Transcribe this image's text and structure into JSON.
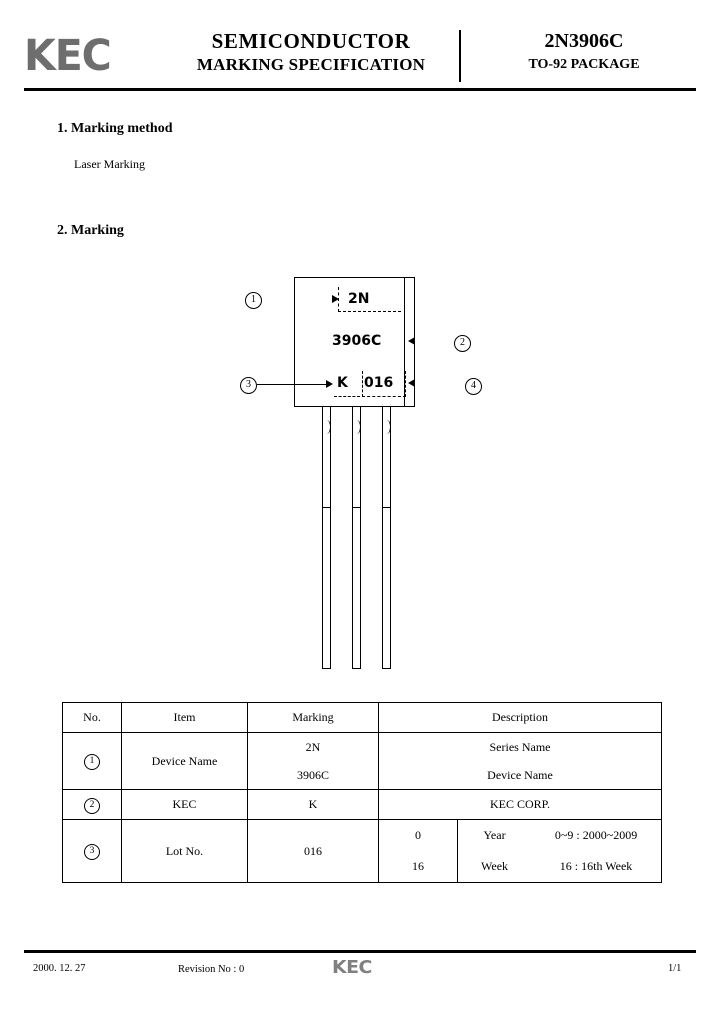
{
  "header": {
    "logo_text": "KEC",
    "title_line1": "SEMICONDUCTOR",
    "title_line2": "MARKING SPECIFICATION",
    "part_number": "2N3906C",
    "package": "TO-92 PACKAGE"
  },
  "sections": {
    "s1_title": "1. Marking method",
    "s1_body": "Laser Marking",
    "s2_title": "2. Marking"
  },
  "drawing": {
    "mark_line1": "2N",
    "mark_line2": "3906C",
    "mark_kec": "K",
    "mark_lot": "016",
    "callout_1": "①",
    "callout_2": "②",
    "callout_3": "③",
    "callout_4": "④",
    "callout_1_plain": "1",
    "callout_2_plain": "2",
    "callout_3_plain": "3",
    "callout_4_plain": "4"
  },
  "table": {
    "headers": {
      "no": "No.",
      "item": "Item",
      "marking": "Marking",
      "description": "Description"
    },
    "rows": [
      {
        "no": "1",
        "item": "Device Name",
        "marking_a": "2N",
        "marking_b": "3906C",
        "desc_a": "Series Name",
        "desc_b": "Device Name"
      },
      {
        "no": "2",
        "item": "KEC",
        "marking": "K",
        "desc": "KEC CORP."
      },
      {
        "no": "3",
        "item": "Lot No.",
        "marking": "016",
        "sub_a_mark": "0",
        "sub_a_label": "Year",
        "sub_a_desc": "0~9 : 2000~2009",
        "sub_b_mark": "16",
        "sub_b_label": "Week",
        "sub_b_desc": "16 : 16th Week"
      }
    ]
  },
  "footer": {
    "date": "2000. 12. 27",
    "revision": "Revision No : 0",
    "logo_text": "KEC",
    "page": "1/1"
  }
}
